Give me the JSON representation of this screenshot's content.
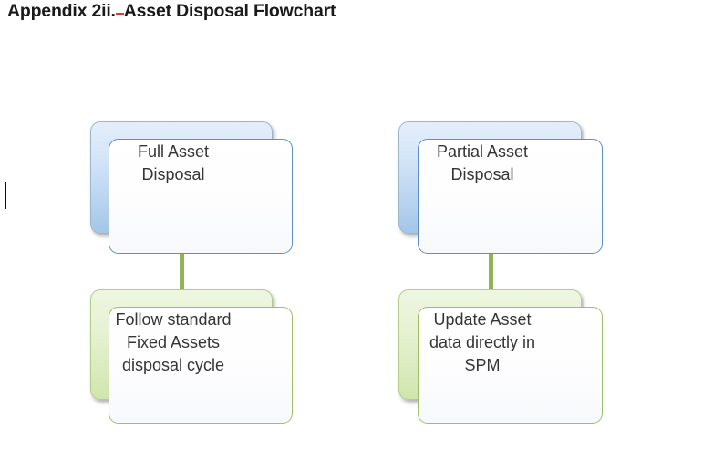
{
  "document": {
    "title_before": "Appendix 2ii.",
    "title_after": "Asset Disposal Flowchart",
    "full_title": "Appendix 2ii. Asset Disposal Flowchart"
  },
  "colors": {
    "blue_fill_top": "#e4eefa",
    "blue_fill_bottom": "#a4c6e8",
    "blue_border": "#5b8fc9",
    "green_fill_top": "#eef6e0",
    "green_fill_bottom": "#cfe5ad",
    "green_border": "#9dc162",
    "connector_green": "#93b455",
    "text": "#353535",
    "title_text": "#1a1a1a",
    "spellcheck_red": "#e03a2f"
  },
  "flowchart": {
    "columns": [
      {
        "id": "full-asset-disposal",
        "start": {
          "label": "Full Asset\nDisposal",
          "type": "process",
          "color": "blue"
        },
        "end": {
          "label": "Follow standard\nFixed Assets\ndisposal cycle",
          "type": "process",
          "color": "green"
        },
        "connector": {
          "from": "full-asset-disposal-start",
          "to": "full-asset-disposal-end"
        }
      },
      {
        "id": "partial-asset-disposal",
        "start": {
          "label": "Partial Asset\nDisposal",
          "type": "process",
          "color": "blue"
        },
        "end": {
          "label": "Update Asset\ndata directly in\nSPM",
          "type": "process",
          "color": "green"
        },
        "connector": {
          "from": "partial-asset-disposal-start",
          "to": "partial-asset-disposal-end"
        }
      }
    ]
  }
}
